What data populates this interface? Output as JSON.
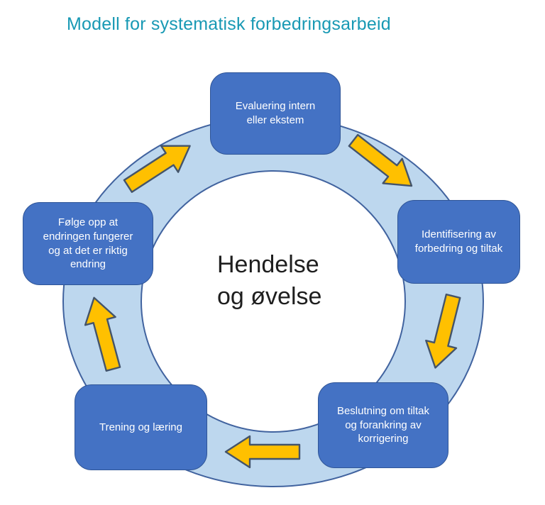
{
  "title": "Modell for systematisk forbedringsarbeid",
  "center": {
    "text": "Hendelse\nog øvelse"
  },
  "nodes": [
    {
      "id": "evaluering",
      "label": "Evaluering intern\neller ekstem"
    },
    {
      "id": "identifisering",
      "label": "Identifisering av\nforbedring og tiltak"
    },
    {
      "id": "beslutning",
      "label": "Beslutning om tiltak\nog forankring av\nkorrigering"
    },
    {
      "id": "trening",
      "label": "Trening og læring"
    },
    {
      "id": "folge-opp",
      "label": "Følge opp at\nendringen fungerer\nog at det er riktig\nendring"
    }
  ],
  "icons": {
    "arrows": [
      "arrow-up-right",
      "arrow-down-right",
      "arrow-down",
      "arrow-left",
      "arrow-up"
    ]
  },
  "colors": {
    "title_text": "#1899B4",
    "node_fill": "#4472C4",
    "node_border": "#2F5597",
    "node_text": "#FFFFFF",
    "ring_fill": "#BDD7EE",
    "ring_border": "#41639F",
    "arrow_fill": "#FFC000",
    "arrow_border": "#44546A",
    "center_text": "#1E1E1E",
    "background": "#FFFFFF"
  }
}
